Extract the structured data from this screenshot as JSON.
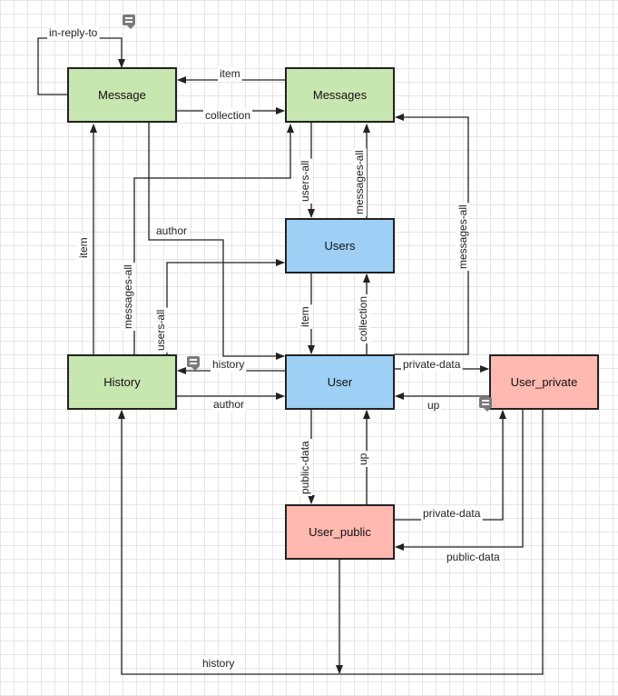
{
  "nodes": {
    "message": {
      "label": "Message"
    },
    "messages": {
      "label": "Messages"
    },
    "users": {
      "label": "Users"
    },
    "history": {
      "label": "History"
    },
    "user": {
      "label": "User"
    },
    "user_private": {
      "label": "User_private"
    },
    "user_public": {
      "label": "User_public"
    }
  },
  "edges": {
    "in_reply_to": "in-reply-to",
    "item_messages_message": "item",
    "collection_message_messages": "collection",
    "users_all_messages_users": "users-all",
    "messages_all_users_messages": "messages-all",
    "messages_all_user_messages": "messages-all",
    "item_history_message": "item",
    "messages_all_history_messages": "messages-all",
    "author_message_user": "author",
    "users_all_history_users": "users-all",
    "item_users_user": "item",
    "collection_user_users": "collection",
    "history_user_history": "history",
    "author_history_user": "author",
    "private_data_user": "private-data",
    "up_private_user": "up",
    "public_data_user": "public-data",
    "up_public_user": "up",
    "private_data_public": "private-data",
    "public_data_private": "public-data",
    "history_bottom": "history"
  },
  "colors": {
    "green": "#c8e6b0",
    "blue": "#9ed0f5",
    "red": "#ffb9b0",
    "line": "#222222"
  }
}
